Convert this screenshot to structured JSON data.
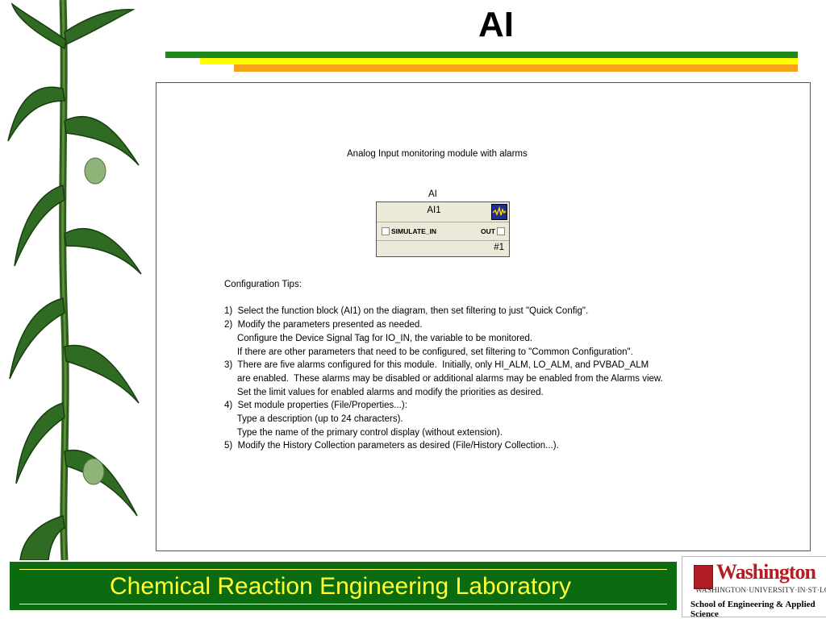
{
  "slide": {
    "title": "AI"
  },
  "module_description": "Analog Input monitoring module with alarms",
  "function_block": {
    "type_label": "AI",
    "name": "AI1",
    "input_label": "SIMULATE_IN",
    "output_label": "OUT",
    "execution_order": "#1",
    "icon": "trend-icon"
  },
  "tips": {
    "heading": "Configuration Tips:",
    "lines": [
      "1)  Select the function block (AI1) on the diagram, then set filtering to just \"Quick Config\".",
      "2)  Modify the parameters presented as needed.",
      "     Configure the Device Signal Tag for IO_IN, the variable to be monitored.",
      "     If there are other parameters that need to be configured, set filtering to \"Common Configuration\".",
      "3)  There are five alarms configured for this module.  Initially, only HI_ALM, LO_ALM, and PVBAD_ALM",
      "     are enabled.  These alarms may be disabled or additional alarms may be enabled from the Alarms view.",
      "     Set the limit values for enabled alarms and modify the priorities as desired.",
      "4)  Set module properties (File/Properties...):",
      "     Type a description (up to 24 characters).",
      "     Type the name of the primary control display (without extension).",
      "5)  Modify the History Collection parameters as desired (File/History Collection...)."
    ]
  },
  "footer": {
    "label": "Chemical Reaction Engineering Laboratory"
  },
  "logo": {
    "name": "Washington",
    "university": "WASHINGTON·UNIVERSITY·IN·ST·LOUIS",
    "school": "School of Engineering & Applied Science"
  },
  "colors": {
    "footer_bg": "#0b6b11",
    "footer_text": "#ffff33",
    "bar_green": "#1e8a1e",
    "bar_yellow": "#ffff00",
    "bar_orange": "#f7a21b"
  }
}
